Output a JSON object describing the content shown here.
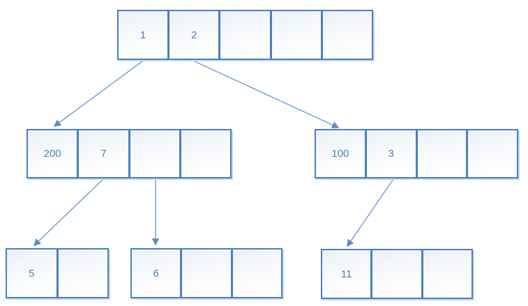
{
  "diagram": {
    "kind": "b-tree-index-diagram",
    "colors": {
      "cell_border": "#4a80bd",
      "cell_text": "#4f81bd",
      "arrow": "#72a1d5",
      "node_shadow": "#c7d7eb",
      "background": "#ffffff"
    },
    "nodes": [
      {
        "id": "root",
        "cells": [
          "1",
          "2",
          "",
          "",
          ""
        ]
      },
      {
        "id": "mid-left",
        "cells": [
          "200",
          "7",
          "",
          ""
        ]
      },
      {
        "id": "mid-right",
        "cells": [
          "100",
          "3",
          "",
          ""
        ]
      },
      {
        "id": "leaf-5",
        "cells": [
          "5",
          ""
        ]
      },
      {
        "id": "leaf-6",
        "cells": [
          "6",
          "",
          ""
        ]
      },
      {
        "id": "leaf-11",
        "cells": [
          "11",
          "",
          ""
        ]
      }
    ],
    "edges": [
      {
        "from": "root.cell-1",
        "to": "mid-left"
      },
      {
        "from": "root.cell-2",
        "to": "mid-right"
      },
      {
        "from": "mid-left.cell-7",
        "to": "leaf-5"
      },
      {
        "from": "mid-left.cell-3",
        "to": "leaf-6"
      },
      {
        "from": "mid-right.cell-3",
        "to": "leaf-11"
      }
    ]
  }
}
